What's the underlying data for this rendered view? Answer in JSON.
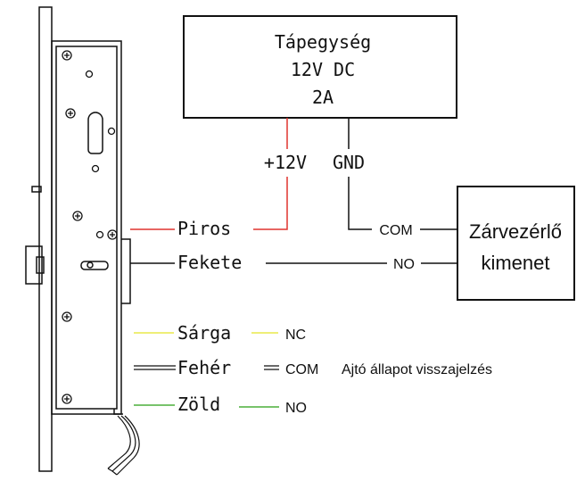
{
  "power_supply": {
    "line1": "Tápegység",
    "line2": "12V DC",
    "line3": "2A",
    "plus_label": "+12V",
    "gnd_label": "GND"
  },
  "controller": {
    "line1": "Zárvezérlő",
    "line2": "kimenet",
    "com_label": "COM",
    "no_label": "NO"
  },
  "wires": {
    "piros": "Piros",
    "fekete": "Fekete",
    "sarga": "Sárga",
    "feher": "Fehér",
    "zold": "Zöld"
  },
  "sensor": {
    "nc": "NC",
    "com": "COM",
    "no": "NO",
    "description": "Ajtó állapot visszajelzés"
  },
  "colors": {
    "red": "#e0342f",
    "yellow": "#e8e84a",
    "green": "#4caf3a",
    "black": "#111111"
  }
}
